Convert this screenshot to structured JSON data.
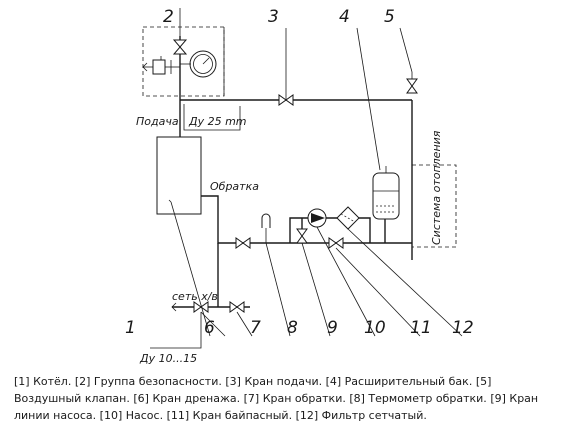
{
  "diagram": {
    "numbers": [
      "1",
      "2",
      "3",
      "4",
      "5",
      "6",
      "7",
      "8",
      "9",
      "10",
      "11",
      "12"
    ],
    "labels": {
      "supply": "Подача",
      "supply_dn": "Ду 25 mm",
      "return": "Обратка",
      "water_net": "сеть х/в",
      "drain_dn": "Ду 10...15",
      "heating_system": "Система отопления"
    }
  },
  "legend": [
    "[1] Котёл.",
    "[2] Группа безопасности.",
    "[3] Кран подачи.",
    "[4] Расширительный бак.",
    "[5] Воздушный клапан.",
    "[6] Кран дренажа.",
    "[7] Кран обратки.",
    "[8] Термометр обратки.",
    "[9] Кран линии насоса.",
    "[10] Насос.",
    "[11] Кран байпасный.",
    "[12] Фильтр сетчатый."
  ]
}
